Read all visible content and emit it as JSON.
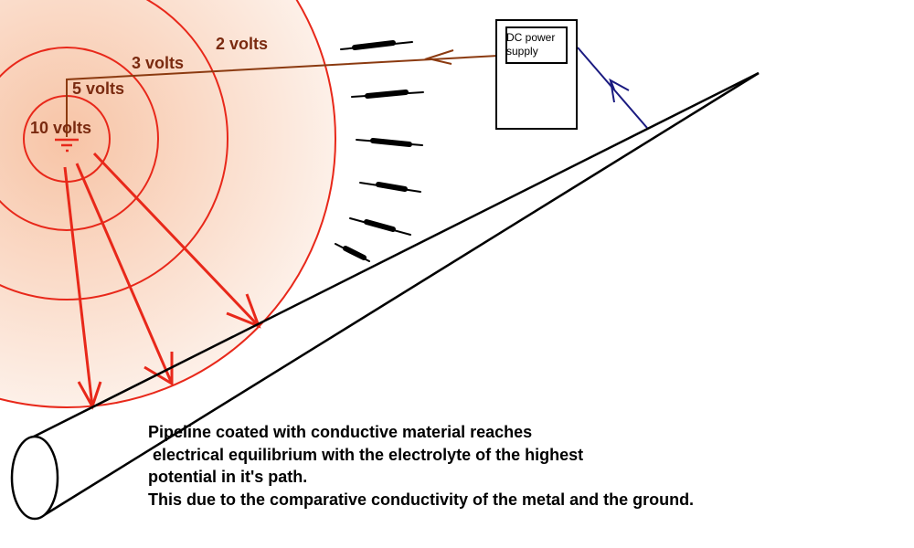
{
  "labels": {
    "v10": "10 volts",
    "v5": "5 volts",
    "v3": "3 volts",
    "v2": "2 volts"
  },
  "power_supply": {
    "label": "DC power supply"
  },
  "caption": {
    "lines": [
      "Pipeline coated with conductive material reaches",
      " electrical equilibrium with the electrolyte of the highest",
      "potential in it's path.",
      "This due to the comparative conductivity of the metal and the ground."
    ]
  },
  "colors": {
    "field_ring": "#e8281a",
    "wire_brown": "#8b3a10",
    "wire_blue": "#1a1a80",
    "label": "#7a2a10"
  }
}
